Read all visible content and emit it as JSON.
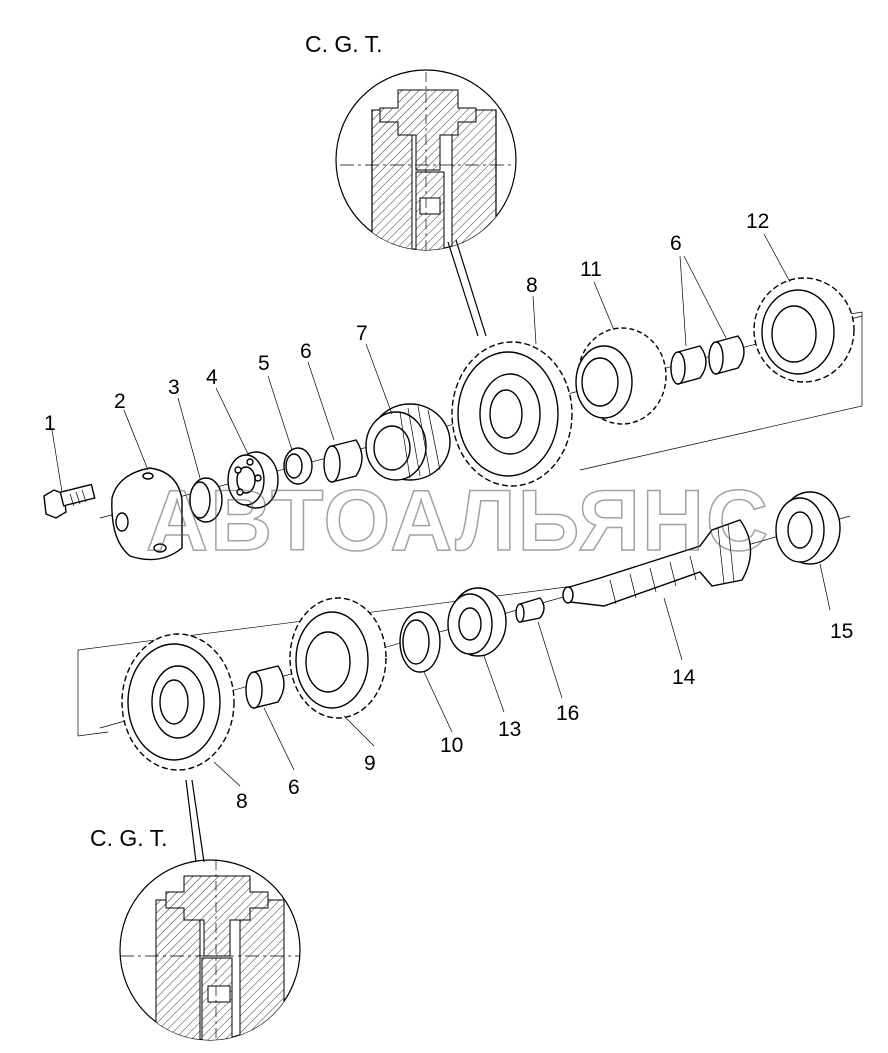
{
  "callouts": {
    "cgt_top": "C. G. T.",
    "cgt_bottom": "C. G. T."
  },
  "watermark": "АВТОАЛЬЯНС",
  "labels": {
    "p1": "1",
    "p2": "2",
    "p3": "3",
    "p4": "4",
    "p5": "5",
    "p6a": "6",
    "p7": "7",
    "p8a": "8",
    "p11": "11",
    "p6b": "6",
    "p12": "12",
    "p15": "15",
    "p14": "14",
    "p16": "16",
    "p13": "13",
    "p10": "10",
    "p9": "9",
    "p6c": "6",
    "p8b": "8"
  }
}
